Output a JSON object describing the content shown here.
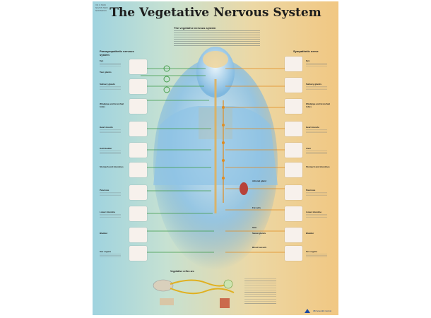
{
  "poster": {
    "code": [
      "VR 0 NNN",
      "NN/NN NNN",
      "NNNNNNN"
    ],
    "title": "The Vegetative Nervous System",
    "subtitle": "The vegetative nervous system",
    "left_heading": "Parasympathetic nervous system",
    "right_heading": "Sympathetic nerve",
    "left_labels": [
      "Eye",
      "Tear glands",
      "Salivary glands",
      "Windpipe and bronchial tubes",
      "Heart muscle",
      "Gall bladder",
      "Stomach and intestines",
      "Pancreas",
      "Lower intestine",
      "Bladder",
      "Sex organs"
    ],
    "right_labels": [
      "Eye",
      "Salivary glands",
      "Windpipe and bronchial tubes",
      "Heart muscle",
      "Liver",
      "Stomach and intestines",
      "Pancreas",
      "Lower intestine",
      "Bladder",
      "Sex organs"
    ],
    "center_labels": [
      "Adrenal gland",
      "Fat cells",
      "Skin",
      "Sweat glands",
      "Blood vessels"
    ],
    "reflex_title": "Vegetative reflex arc",
    "publisher": "3B Scientific GmbH"
  },
  "colors": {
    "bg_left": "#9fd3df",
    "bg_right": "#f1c782",
    "parasympathetic_line": "#3e9a45",
    "sympathetic_line": "#e08a1e",
    "body": "#8fc3e6"
  }
}
